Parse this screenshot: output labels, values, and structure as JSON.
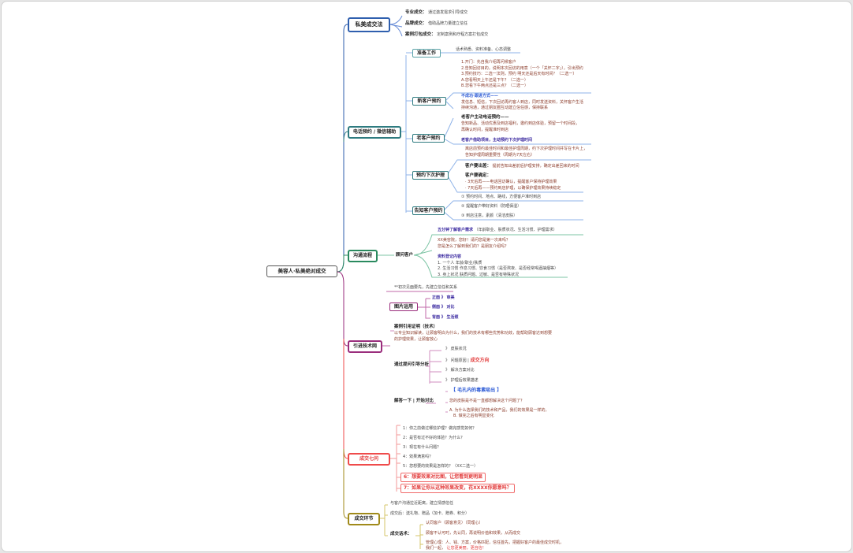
{
  "root": "美容人·私美绝对成交",
  "b1": {
    "title": "私美成交法",
    "items": [
      {
        "k": "专业成交：",
        "v": "通过激发需求引导成交"
      },
      {
        "k": "品牌成交：",
        "v": "借助品牌力量建立信任"
      },
      {
        "k": "案例打包成交：",
        "v": "定制案例和疗程方案打包成交"
      }
    ]
  },
  "b2": {
    "title": "电话预约 / 微信辅助",
    "prep": {
      "label": "准备工作",
      "note": "话术熟悉、资料准备、心态调整"
    },
    "newc": {
      "label": "新客户预约",
      "lines": [
        "1.开门：先自我介绍再问候客户",
        "2.告知回访目的，说明本次回访的用意（一个「关怀二字」），引出预约",
        "3.预约技巧：二选一法则，预约 明天还是后天有时间？（二选一）",
        "A.您看明天上午还是下午？（二选一）",
        "B.您看下午两点还是三点？（二选一）"
      ],
      "fail": "不成功·跟进方式——",
      "fail_lines": [
        "发信息、短信，下次回访再约客人到店，同时发送资料，关怀客户生活",
        "持续沟通，通过朋友圈互动建立信任感，保持联系"
      ]
    },
    "oldc": {
      "label": "老客户预约",
      "title": "老客户主动电话预约——",
      "lines": [
        "告知新品、活动优惠及到店福利，邀约到店体验，预留一个时间段，",
        "再确认时间，提醒准时到店"
      ],
      "blue": "老客户借助项目，主动预约下次护理时间"
    },
    "next": {
      "label": "预约下次护理",
      "lines": [
        "离店前预约最佳时间和最佳护理周期，约下次护理时间并写在卡片上，",
        "告知护理周期重要性（周期为7天左右）"
      ],
      "k1": "客户要出差：",
      "v1": "提前告知出差前后护理安排，确定出差回来的时间",
      "k2": "客户要确定：",
      "d1": "· 3天后再——电话回访确认，提醒客户保持护理效果",
      "d2": "· 7天后再——预约到店护理，以确保护理效果持续稳定"
    },
    "notify": {
      "label": "告知客户预约",
      "items": [
        "①  预约时间、地点、路线，方便客户准时到店",
        "②  提醒客户带好资料（防晒保湿）",
        "③  到店注意，素颜（清洁皮肤）"
      ]
    }
  },
  "b3": {
    "title": "沟通流程",
    "child": "顾问客户",
    "blue": "五分钟了解客户需求",
    "blue_note": "（年龄职业、肤质状况、生活习惯、护理需求）",
    "lines": [
      "XX美容院，您好！请问您是第一次来吗？",
      "您是怎么了解到我们的？是朋友介绍吗？"
    ],
    "sub": "资料登记内容",
    "items": [
      "1. 一个人        年龄/职业/肤质",
      "2. 生活习惯      作息习惯、饮食习惯（是否熬夜、是否经常喝酒抽烟等）",
      "3. 身上状况      肤质问题、过敏、是否有特殊状况"
    ]
  },
  "b4": {
    "note": "**初次见面要先，先建立信任和关系",
    "pic": "图片运用",
    "pics": [
      {
        "k": "正面",
        "v": "审美"
      },
      {
        "k": "侧面",
        "v": "对比"
      },
      {
        "k": "背面",
        "v": "生活照"
      }
    ],
    "title": "引进技术网",
    "case_title": "案例引用证明（技术）",
    "case_lines": [
      "以专业知识解读，让顾客明白为什么，我们的技术有哪些优势和功效，能帮助顾客达到想要",
      "的护理效果，让顾客放心"
    ],
    "ask": "通过提问引导分析",
    "ask_items": [
      "》 皮肤状况",
      "》 问题原因 | ",
      "》 解决方案对比",
      "》 护理后效果描述"
    ],
    "ask_tag": "成交方向",
    "solve": "解答一下 | 开始对比",
    "solve_blue": "【 毛孔内的毒素吸出 】",
    "solve_lines": [
      "您的皮肤是不是一直都想解决这个问题了？",
      "A. 为什么选择我们的技术和产品，我们的效果是一样的，",
      "B. 做完之后有明显变化"
    ]
  },
  "b5": {
    "title": "成交七问",
    "items": [
      "1：你之前做过哪些护理？做完感觉如何？",
      "2：是否有过不好的体验？为什么？",
      "3：现在有什么问题？",
      "4：效果满意吗？",
      "5：您想要的效果是怎样的？（XX二选一）"
    ],
    "q6": "6：想要效果对比图，让您看到更明显",
    "q7": "7：如果让你从这种效果改变，花XXXX你愿意吗？"
  },
  "b6": {
    "title": "成交环节",
    "l1": "与客户沟通拉近距离，建立情感信任",
    "l2": "成交后：送礼物、赠品（加卡、赠券、积分）",
    "talk": "成交话术：",
    "talk_items": [
      "认同客户（顾客意见）（同理心）",
      "顾客不认可时，先认同，再说明价值和效果，从而成交",
      "管理心理：人、钱、方案，价格匹配，信任首先，把握好客户的最佳成交时机，",
      "我们一起，",
      "让您更美丽，更自信！"
    ]
  },
  "colors": {
    "b1": "#2f5fae",
    "b2": "#2e7b80",
    "b3": "#2a8a5f",
    "b4": "#9a2d7c",
    "b5": "#ef4b4b",
    "b6": "#a08a1a"
  }
}
